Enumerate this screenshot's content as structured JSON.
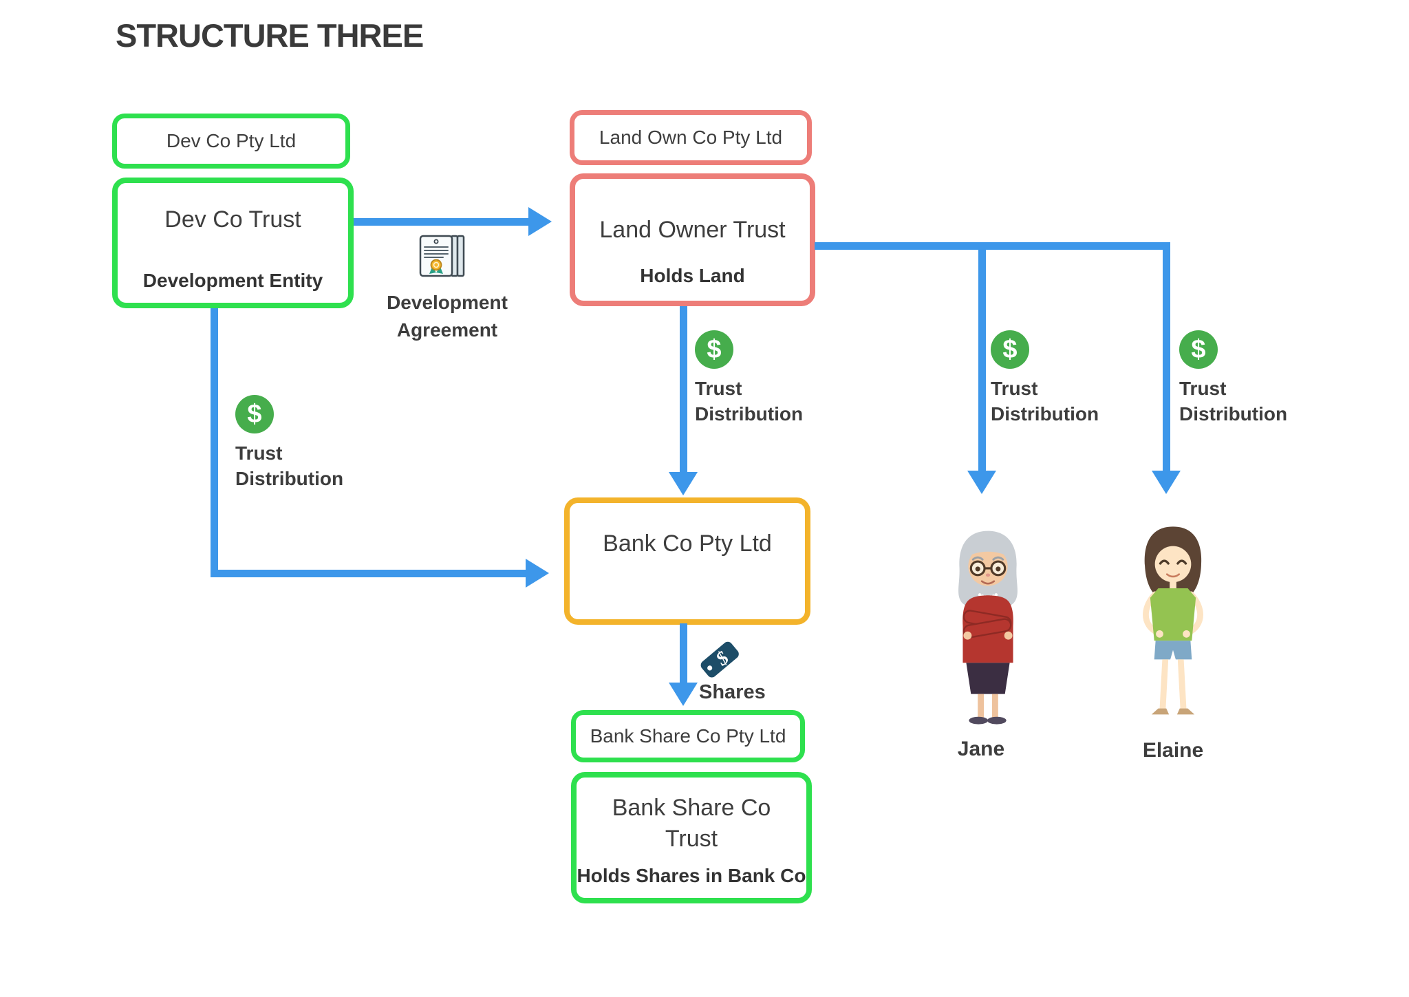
{
  "title": "STRUCTURE THREE",
  "colors": {
    "box_green": "#2ee04e",
    "box_red": "#ed7d78",
    "box_orange": "#f3b32b",
    "arrow_blue": "#3d97ea",
    "dollar_green": "#46ad4c",
    "tag_navy": "#1d4d68",
    "text_dark": "#3e3e3e"
  },
  "boxes": {
    "dev_co_pty": {
      "label": "Dev Co Pty Ltd"
    },
    "dev_co_trust": {
      "title": "Dev Co Trust",
      "subtitle": "Development Entity"
    },
    "land_own_pty": {
      "label": "Land Own Co Pty Ltd"
    },
    "land_owner_trust": {
      "title": "Land Owner Trust",
      "subtitle": "Holds Land"
    },
    "bank_co": {
      "title": "Bank Co Pty Ltd"
    },
    "bank_share_pty": {
      "label": "Bank Share Co Pty Ltd"
    },
    "bank_share_trust": {
      "title_line1": "Bank Share Co",
      "title_line2": "Trust",
      "subtitle": "Holds Shares in Bank Co"
    }
  },
  "annotations": {
    "development_agreement": {
      "line1": "Development",
      "line2": "Agreement"
    },
    "trust_distribution": {
      "line1": "Trust",
      "line2": "Distribution"
    },
    "shares": "Shares",
    "dollar_symbol": "$"
  },
  "people": [
    {
      "name": "Jane"
    },
    {
      "name": "Elaine"
    }
  ]
}
